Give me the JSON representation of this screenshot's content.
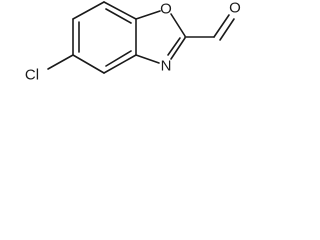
{
  "molecule": {
    "atoms": {
      "chlorine": "Cl",
      "ring_oxygen": "O",
      "ring_nitrogen": "N",
      "aldehyde_oxygen": "O"
    },
    "bond_color": "#1a1a1a",
    "label_color": "#1a1a1a"
  }
}
